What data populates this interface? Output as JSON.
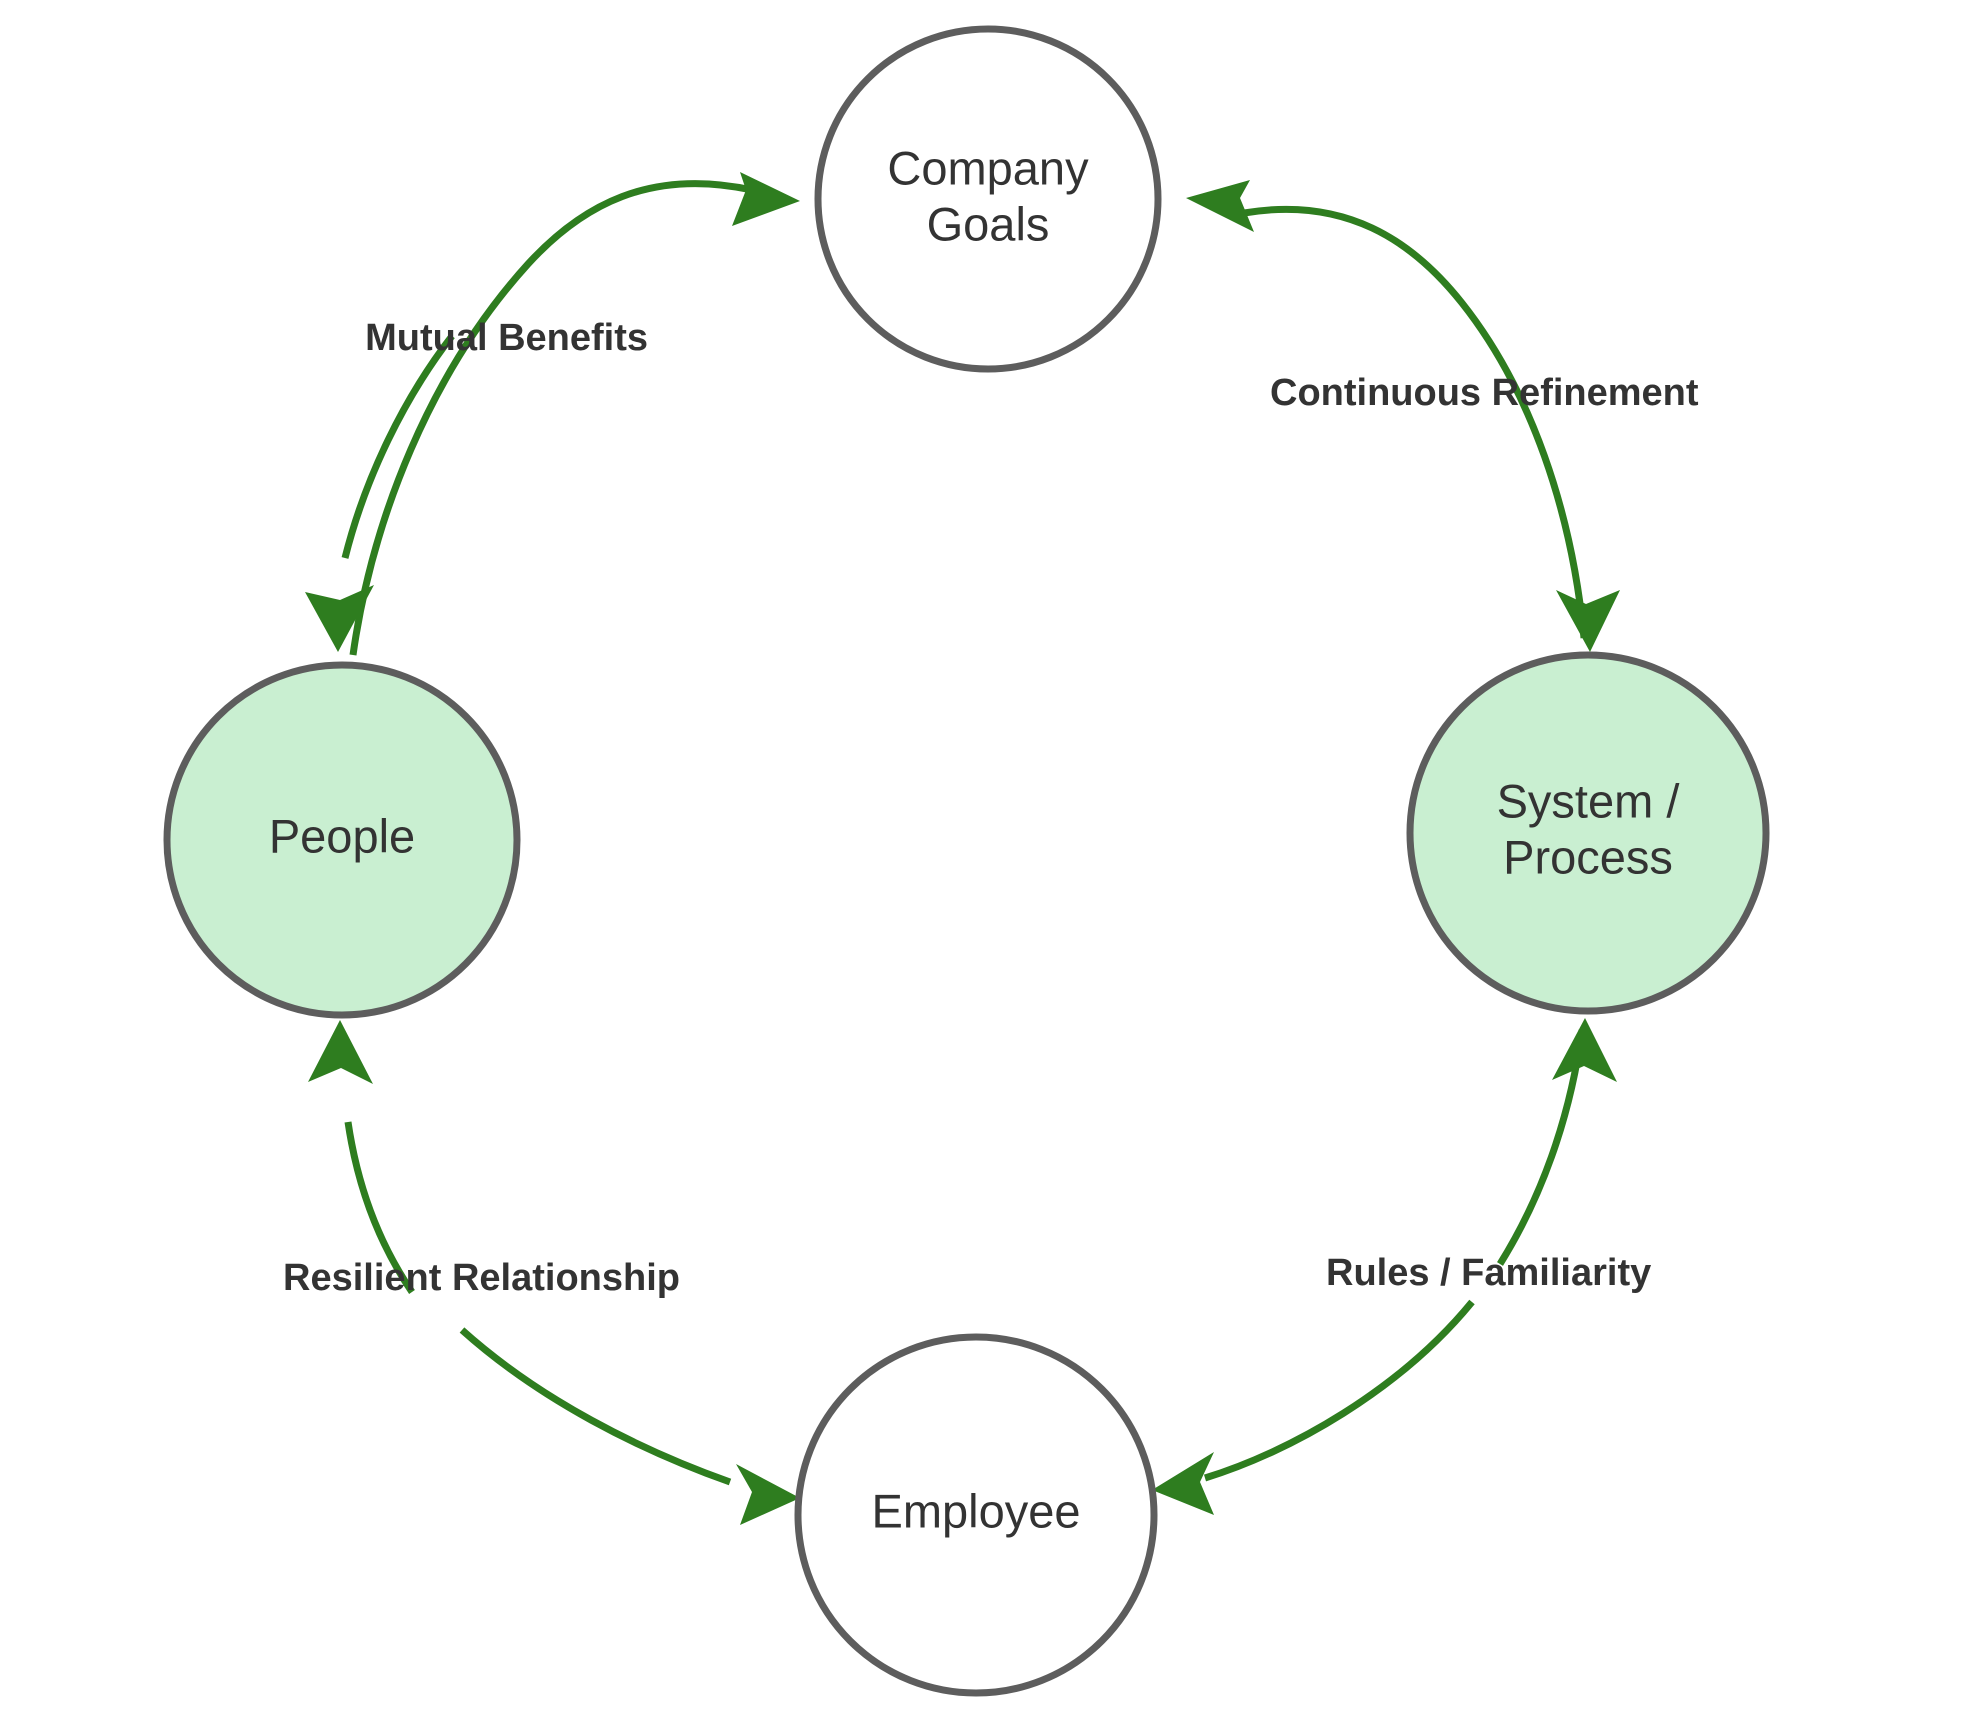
{
  "diagram": {
    "type": "cycle-diagram",
    "background_color": "#ffffff",
    "node_stroke_color": "#5d5d5d",
    "node_fill_default": "#ffffff",
    "node_fill_highlight": "#c9efd1",
    "edge_color": "#2e7d1f",
    "text_color": "#333333",
    "nodes": [
      {
        "id": "company-goals",
        "label_line1": "Company",
        "label_line2": "Goals",
        "highlighted": false,
        "position": "top"
      },
      {
        "id": "system-process",
        "label_line1": "System /",
        "label_line2": "Process",
        "highlighted": true,
        "position": "right"
      },
      {
        "id": "employee",
        "label_line1": "Employee",
        "label_line2": "",
        "highlighted": false,
        "position": "bottom"
      },
      {
        "id": "people",
        "label_line1": "People",
        "label_line2": "",
        "highlighted": true,
        "position": "left"
      }
    ],
    "edges": [
      {
        "id": "edge-continuous-refinement",
        "label": "Continuous Refinement",
        "from": "company-goals",
        "to": "system-process",
        "direction": "company-goals <- system-process"
      },
      {
        "id": "edge-rules-familiarity",
        "label": "Rules / Familiarity",
        "from": "system-process",
        "to": "employee",
        "direction": "employee <- system-process"
      },
      {
        "id": "edge-resilient-relationship",
        "label": "Resilient Relationship",
        "from": "people",
        "to": "employee",
        "direction": "people -> employee"
      },
      {
        "id": "edge-mutual-benefits",
        "label": "Mutual Benefits",
        "from": "people",
        "to": "company-goals",
        "direction": "people <-> company-goals"
      }
    ]
  }
}
